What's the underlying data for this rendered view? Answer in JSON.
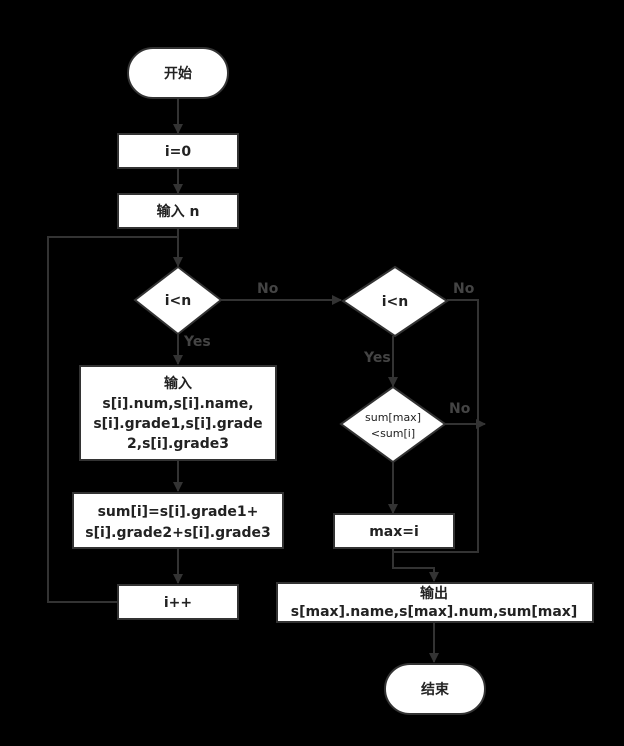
{
  "nodes": {
    "start": "开始",
    "init_i": "i=0",
    "input_n": "输入 n",
    "cond1": "i<n",
    "input_block": [
      "输入",
      "s[i].num,s[i].name,",
      "s[i].grade1,s[i].grade",
      "2,s[i].grade3"
    ],
    "sum_block": [
      "sum[i]=s[i].grade1+",
      "s[i].grade2+s[i].grade3"
    ],
    "incr": "i++",
    "cond2": "i<n",
    "cond3": [
      "sum[max]",
      "<sum[i]"
    ],
    "assign_max": "max=i",
    "output_block": [
      "输出",
      "s[max].name,s[max].num,sum[max]"
    ],
    "end": "结束"
  },
  "labels": {
    "cond1_yes": "Yes",
    "cond1_no": "No",
    "cond2_yes": "Yes",
    "cond2_no": "No",
    "cond3_no": "No"
  }
}
